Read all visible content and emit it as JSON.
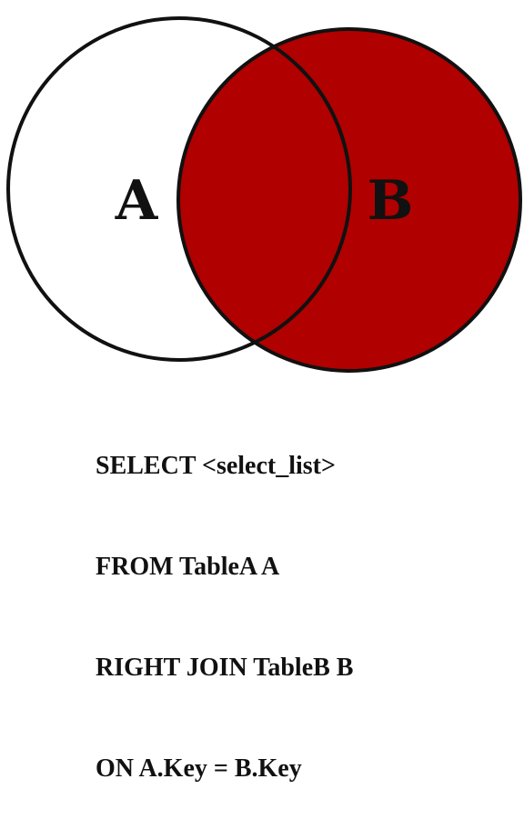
{
  "diagram": {
    "set_a": {
      "label": "A",
      "fill": "#ffffff"
    },
    "set_b": {
      "label": "B",
      "fill": "#b00000"
    },
    "stroke": "#111111"
  },
  "query": {
    "lines": [
      "SELECT <select_list>",
      "FROM TableA A",
      "RIGHT JOIN TableB B",
      "ON A.Key = B.Key"
    ]
  }
}
